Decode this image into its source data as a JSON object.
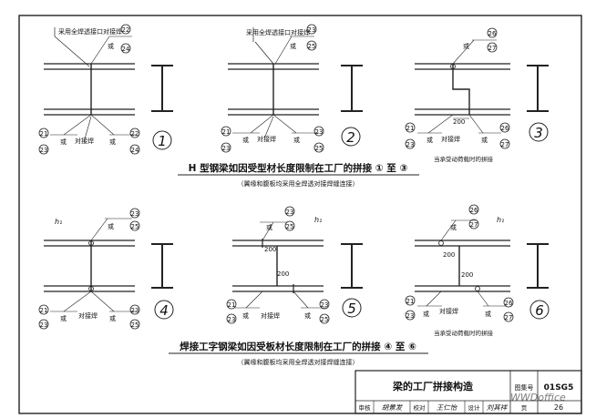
{
  "weld_notes": {
    "full_penetration": "采用全焊透接口对接焊",
    "butt_weld": "对接焊",
    "or": "或",
    "dynamic_load": "当承受动荷载时的拼接"
  },
  "ref_numbers": [
    "21",
    "22",
    "23",
    "24",
    "25",
    "26",
    "27"
  ],
  "dimensions": {
    "d200": "200",
    "h1": "h₁"
  },
  "detail_numbers": [
    "1",
    "2",
    "3",
    "4",
    "5",
    "6"
  ],
  "captions": {
    "top_title": "H 型钢梁如因受型材长度限制在工厂的拼接 ① 至 ③",
    "top_note": "（翼缘和腹板均采用全焊透对接焊缝连接）",
    "bottom_title": "焊接工字钢梁如因受板材长度限制在工厂的拼接 ④ 至 ⑥",
    "bottom_note": "（翼缘和腹板均采用全焊透对接焊缝连接）"
  },
  "title_block": {
    "drawing_title": "梁的工厂拼接构造",
    "atlas_label": "图集号",
    "atlas_no": "01SG5",
    "review_label": "审核",
    "review_sig": "胡景发",
    "check_label": "校对",
    "check_sig": "王仁怡",
    "design_label": "设计",
    "design_sig": "刘其祥",
    "page_label": "页",
    "page_no": "26"
  },
  "watermark": "WWDoffice"
}
